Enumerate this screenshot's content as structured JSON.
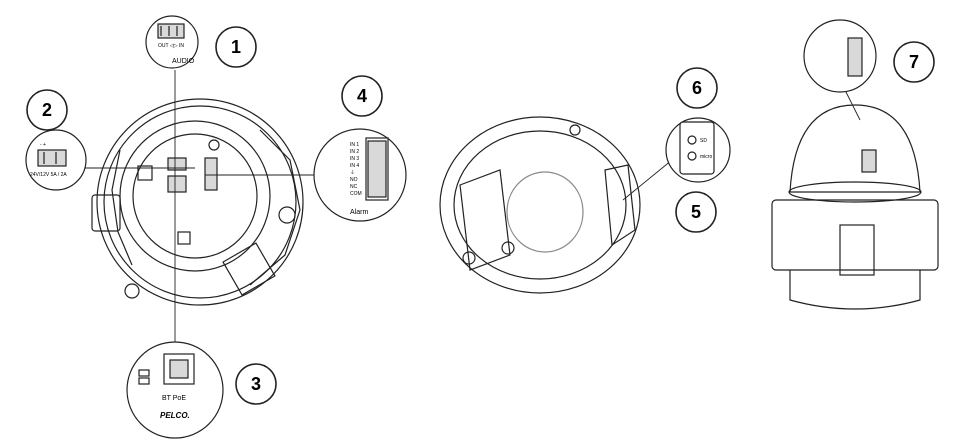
{
  "callouts": [
    "1",
    "2",
    "3",
    "4",
    "5",
    "6",
    "7"
  ],
  "audio": {
    "label": "AUDIO",
    "pins": "OUT  ◁▷  IN"
  },
  "power": {
    "pins": "-  +",
    "spec": "24V/12V  5A  /  2A"
  },
  "network": {
    "label": "BT PoE",
    "brand": "PELCO."
  },
  "alarm": {
    "label": "Alarm",
    "rows": [
      "IN 1",
      "IN 2",
      "IN 3",
      "IN 4",
      "⏚",
      "NO",
      "NC",
      "COM"
    ]
  },
  "sd": {
    "label": "SD"
  },
  "usb": {
    "label": "micro"
  },
  "colors": {
    "line": "#222222",
    "fill": "#ffffff",
    "shade": "#d9d9d9"
  }
}
